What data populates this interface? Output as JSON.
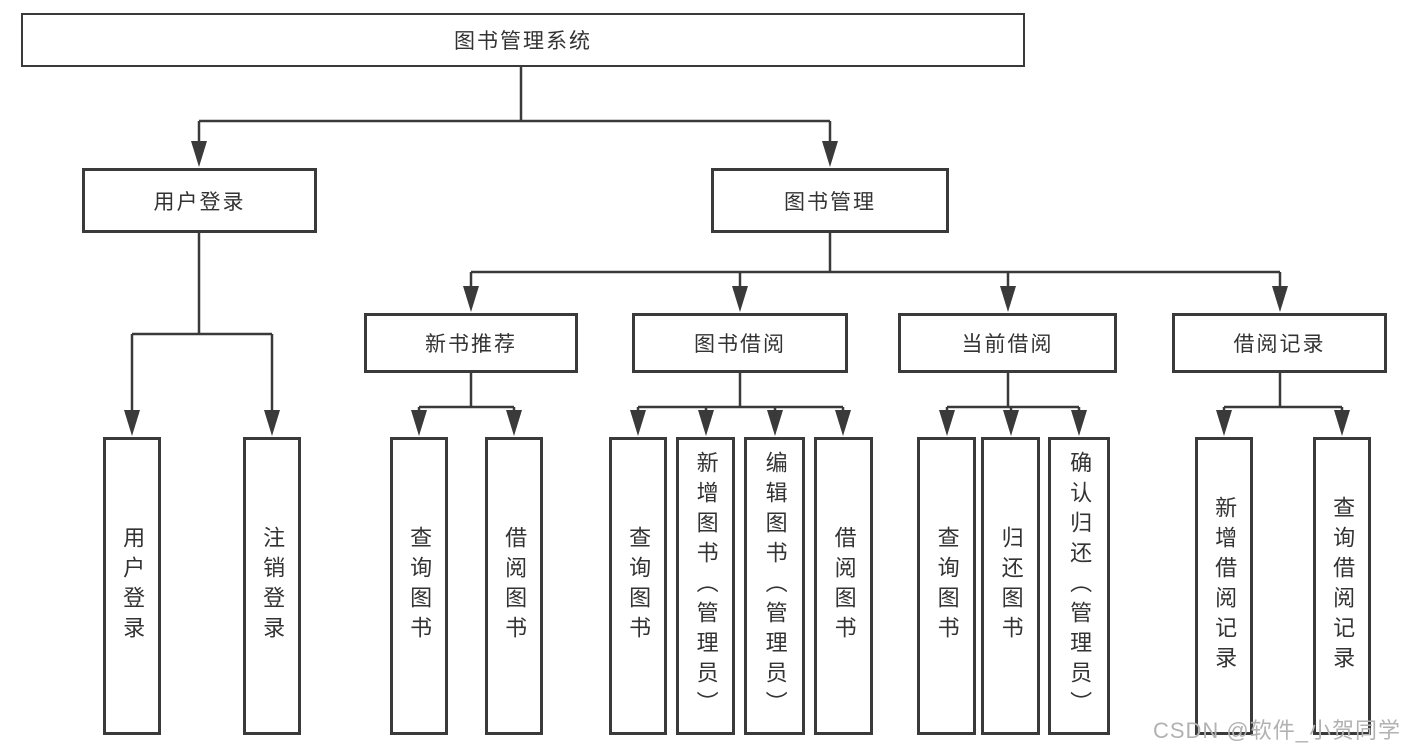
{
  "tree": {
    "root": "图书管理系统",
    "login": {
      "label": "用户登录",
      "leaves": [
        "用户登录",
        "注销登录"
      ]
    },
    "mgmt": {
      "label": "图书管理",
      "groups": [
        {
          "label": "新书推荐",
          "leaves": [
            "查询图书",
            "借阅图书"
          ]
        },
        {
          "label": "图书借阅",
          "leaves": [
            "查询图书",
            "新增图书（管理员）",
            "编辑图书（管理员）",
            "借阅图书"
          ]
        },
        {
          "label": "当前借阅",
          "leaves": [
            "查询图书",
            "归还图书",
            "确认归还（管理员）"
          ]
        },
        {
          "label": "借阅记录",
          "leaves": [
            "新增借阅记录",
            "查询借阅记录"
          ]
        }
      ]
    }
  },
  "watermark": {
    "text": "CSDN @软件_小贺同学"
  },
  "colors": {
    "line": "#3a3a3a",
    "text": "#333333",
    "watermark": "#b3b2b2",
    "background": "#ffffff"
  }
}
